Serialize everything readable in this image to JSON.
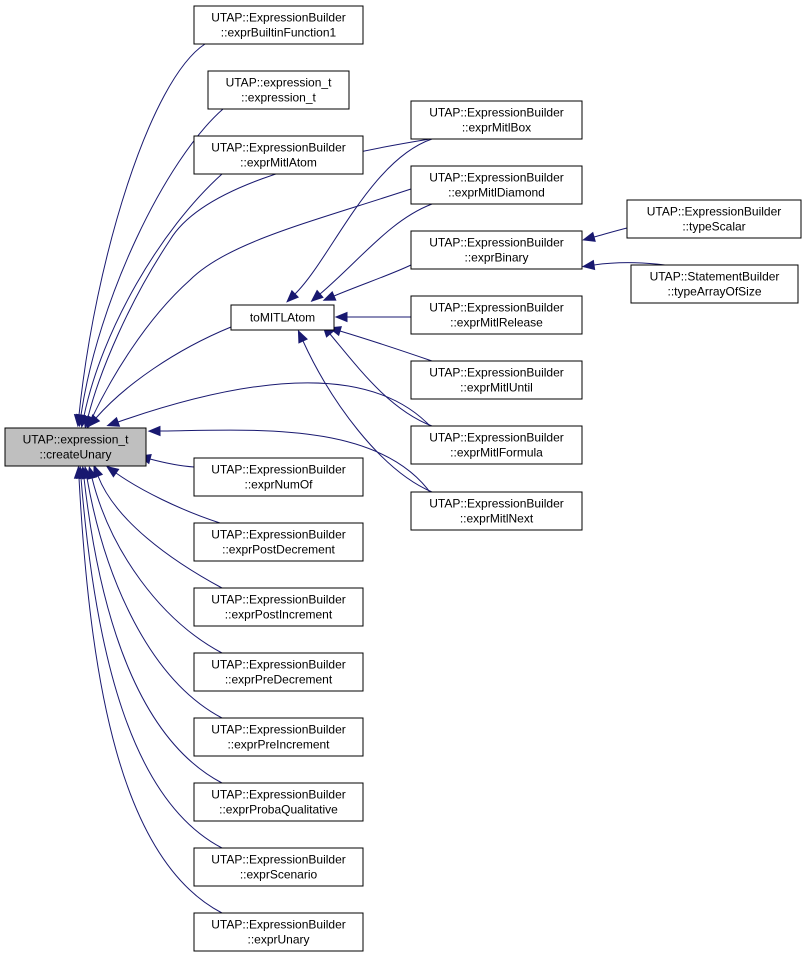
{
  "nodes": [
    {
      "id": "root",
      "lines": [
        "UTAP::expression_t",
        "::createUnary"
      ],
      "root": true
    },
    {
      "id": "ebf1",
      "lines": [
        "UTAP::ExpressionBuilder",
        "::exprBuiltinFunction1"
      ]
    },
    {
      "id": "exprt",
      "lines": [
        "UTAP::expression_t",
        "::expression_t"
      ]
    },
    {
      "id": "mitlatom",
      "lines": [
        "UTAP::ExpressionBuilder",
        "::exprMitlAtom"
      ]
    },
    {
      "id": "tomitl",
      "lines": [
        "toMITLAtom"
      ]
    },
    {
      "id": "numof",
      "lines": [
        "UTAP::ExpressionBuilder",
        "::exprNumOf"
      ]
    },
    {
      "id": "postdec",
      "lines": [
        "UTAP::ExpressionBuilder",
        "::exprPostDecrement"
      ]
    },
    {
      "id": "postinc",
      "lines": [
        "UTAP::ExpressionBuilder",
        "::exprPostIncrement"
      ]
    },
    {
      "id": "predec",
      "lines": [
        "UTAP::ExpressionBuilder",
        "::exprPreDecrement"
      ]
    },
    {
      "id": "preinc",
      "lines": [
        "UTAP::ExpressionBuilder",
        "::exprPreIncrement"
      ]
    },
    {
      "id": "probaq",
      "lines": [
        "UTAP::ExpressionBuilder",
        "::exprProbaQualitative"
      ]
    },
    {
      "id": "scenario",
      "lines": [
        "UTAP::ExpressionBuilder",
        "::exprScenario"
      ]
    },
    {
      "id": "unary",
      "lines": [
        "UTAP::ExpressionBuilder",
        "::exprUnary"
      ]
    },
    {
      "id": "mitlbox",
      "lines": [
        "UTAP::ExpressionBuilder",
        "::exprMitlBox"
      ]
    },
    {
      "id": "mitldiamond",
      "lines": [
        "UTAP::ExpressionBuilder",
        "::exprMitlDiamond"
      ]
    },
    {
      "id": "binary",
      "lines": [
        "UTAP::ExpressionBuilder",
        "::exprBinary"
      ]
    },
    {
      "id": "release",
      "lines": [
        "UTAP::ExpressionBuilder",
        "::exprMitlRelease"
      ]
    },
    {
      "id": "until",
      "lines": [
        "UTAP::ExpressionBuilder",
        "::exprMitlUntil"
      ]
    },
    {
      "id": "formula",
      "lines": [
        "UTAP::ExpressionBuilder",
        "::exprMitlFormula"
      ]
    },
    {
      "id": "next",
      "lines": [
        "UTAP::ExpressionBuilder",
        "::exprMitlNext"
      ]
    },
    {
      "id": "typescalar",
      "lines": [
        "UTAP::ExpressionBuilder",
        "::typeScalar"
      ]
    },
    {
      "id": "typearray",
      "lines": [
        "UTAP::StatementBuilder",
        "::typeArrayOfSize"
      ]
    }
  ],
  "edges": [
    {
      "from": "ebf1",
      "to": "root"
    },
    {
      "from": "exprt",
      "to": "root"
    },
    {
      "from": "mitlatom",
      "to": "root"
    },
    {
      "from": "tomitl",
      "to": "root"
    },
    {
      "from": "mitlbox",
      "to": "root"
    },
    {
      "from": "mitldiamond",
      "to": "root"
    },
    {
      "from": "formula",
      "to": "root"
    },
    {
      "from": "next",
      "to": "root"
    },
    {
      "from": "numof",
      "to": "root"
    },
    {
      "from": "postdec",
      "to": "root"
    },
    {
      "from": "postinc",
      "to": "root"
    },
    {
      "from": "predec",
      "to": "root"
    },
    {
      "from": "preinc",
      "to": "root"
    },
    {
      "from": "probaq",
      "to": "root"
    },
    {
      "from": "scenario",
      "to": "root"
    },
    {
      "from": "unary",
      "to": "root"
    },
    {
      "from": "mitlbox",
      "to": "tomitl"
    },
    {
      "from": "mitldiamond",
      "to": "tomitl"
    },
    {
      "from": "binary",
      "to": "tomitl"
    },
    {
      "from": "release",
      "to": "tomitl"
    },
    {
      "from": "until",
      "to": "tomitl"
    },
    {
      "from": "formula",
      "to": "tomitl"
    },
    {
      "from": "next",
      "to": "tomitl"
    },
    {
      "from": "typescalar",
      "to": "binary"
    },
    {
      "from": "typearray",
      "to": "binary"
    }
  ],
  "colors": {
    "edge": "#191970",
    "root_fill": "#bfbfbf",
    "node_fill": "#ffffff",
    "border": "#000000"
  }
}
